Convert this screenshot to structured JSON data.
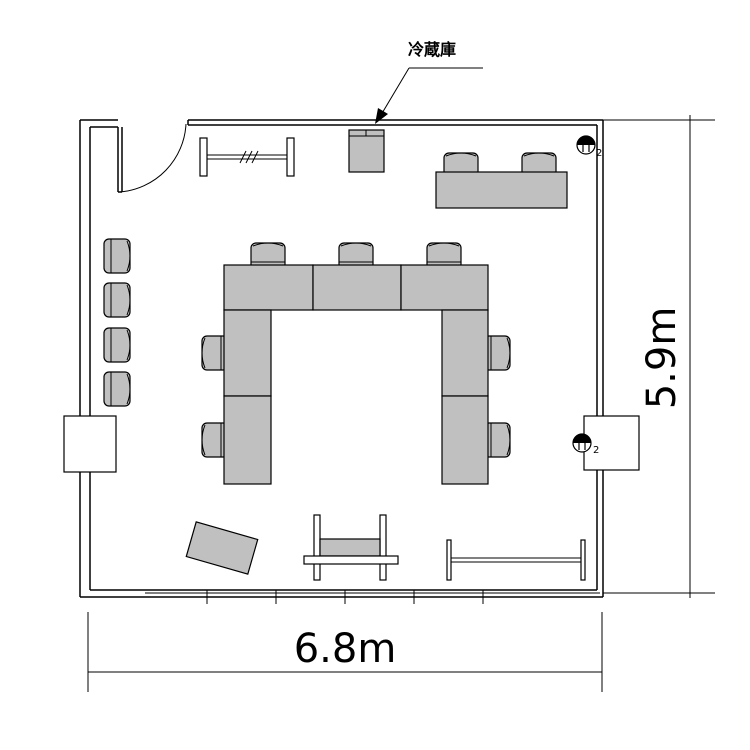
{
  "labels": {
    "refrigerator": "冷蔵庫",
    "width_dimension": "6.8m",
    "depth_dimension": "5.9m",
    "outlet_count_top": "2",
    "outlet_count_right": "2"
  },
  "icons": {
    "outlet": "outlet-icon",
    "chair": "chair-icon",
    "door": "door-icon"
  },
  "colors": {
    "furniture_fill": "#c0c0c0",
    "line": "#000000",
    "background": "#ffffff"
  }
}
